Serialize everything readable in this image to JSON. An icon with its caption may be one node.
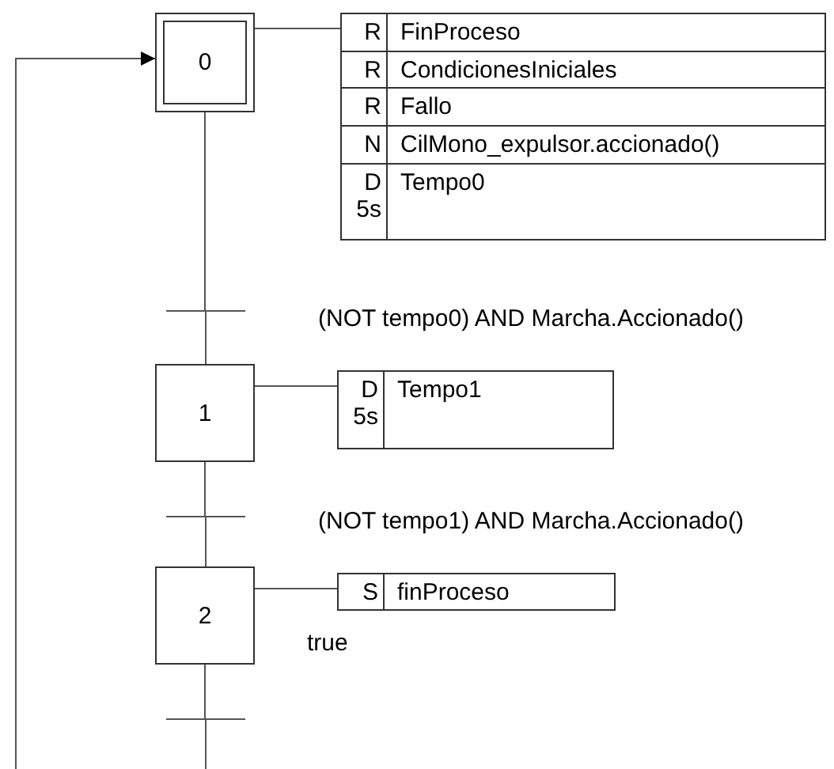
{
  "diagram": {
    "nodes": [
      {
        "text": [
          "0"
        ]
      },
      {
        "text": [
          "R",
          "FinProceso"
        ]
      },
      {
        "text": [
          "R",
          "CondicionesIniciales"
        ]
      },
      {
        "text": [
          "R",
          "Fallo"
        ]
      },
      {
        "text": [
          "N",
          "CilMono_expulsor.accionado()"
        ]
      },
      {
        "text": [
          "D 5s",
          "Tempo0"
        ]
      },
      {
        "text": [],
        "shape": "bar"
      },
      {
        "text": [
          "1"
        ]
      },
      {
        "text": [
          "D 5s",
          "Tempo1"
        ]
      },
      {
        "text": [],
        "shape": "bar"
      },
      {
        "text": [
          "2"
        ]
      },
      {
        "text": [
          "S",
          "finProceso"
        ]
      },
      {
        "text": [],
        "shape": "bar"
      }
    ],
    "labels": [
      "(NOT tempo0) AND Marcha.Accionado()",
      "(NOT tempo1) AND Marcha.Accionado()",
      "true"
    ],
    "edges": [
      {
        "from": 0,
        "to": 1,
        "arrow": "none"
      },
      {
        "from": 0,
        "to": 6,
        "arrow": "none"
      },
      {
        "from": 6,
        "to": 7,
        "arrow": "none"
      },
      {
        "from": 7,
        "to": 8,
        "arrow": "none"
      },
      {
        "from": 7,
        "to": 9,
        "arrow": "none"
      },
      {
        "from": 9,
        "to": 10,
        "arrow": "none"
      },
      {
        "from": 10,
        "to": 11,
        "arrow": "none"
      },
      {
        "from": 10,
        "to": 12,
        "arrow": "none"
      },
      {
        "from": 12,
        "to": 0,
        "arrow": "to"
      }
    ]
  }
}
